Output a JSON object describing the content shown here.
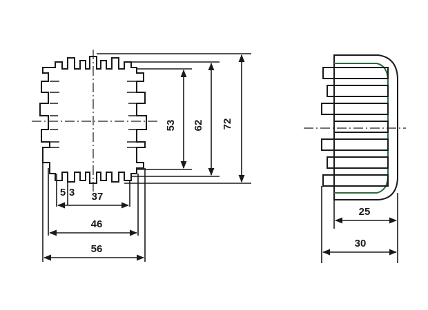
{
  "front_view": {
    "dimensions": {
      "width_small": "3",
      "fin_gap": "5",
      "inner_width": "37",
      "mid_width": "46",
      "outer_width": "56",
      "height_inner": "53",
      "height_mid": "62",
      "height_outer": "72"
    }
  },
  "side_view": {
    "dimensions": {
      "depth_inner": "25",
      "depth_outer": "30"
    }
  }
}
